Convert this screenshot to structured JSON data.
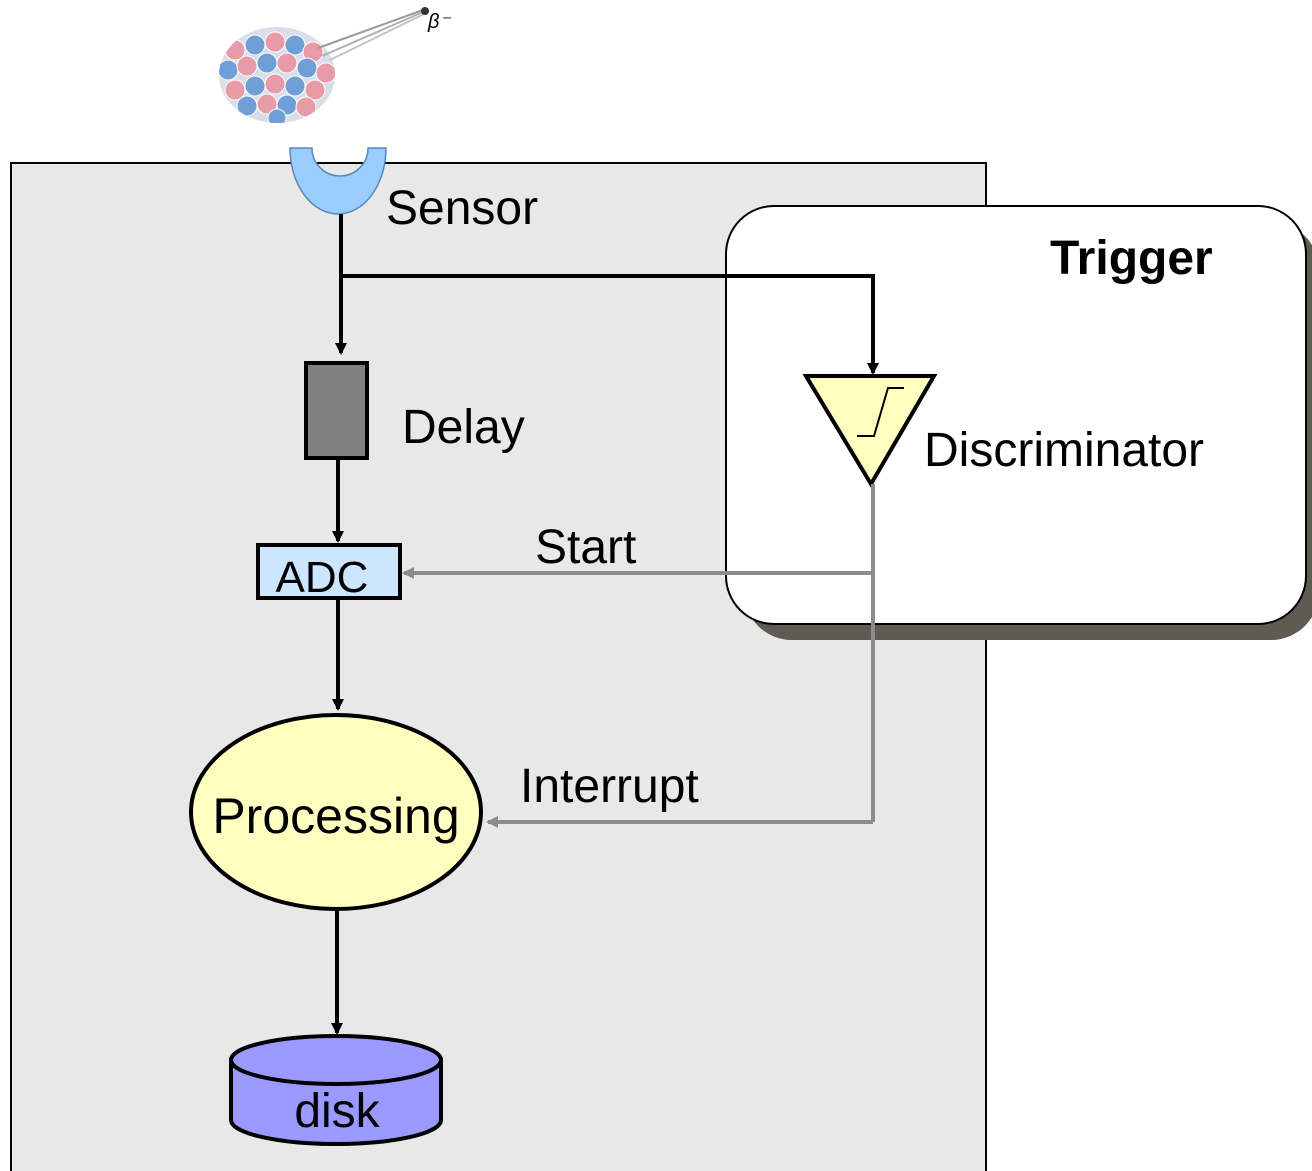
{
  "particle": {
    "label": "β⁻"
  },
  "sensor": {
    "label": "Sensor"
  },
  "trigger": {
    "title": "Trigger"
  },
  "delay": {
    "label": "Delay"
  },
  "discriminator": {
    "label": "Discriminator"
  },
  "adc": {
    "label": "ADC"
  },
  "start_signal": {
    "label": "Start"
  },
  "processing": {
    "label": "Processing"
  },
  "interrupt_signal": {
    "label": "Interrupt"
  },
  "disk": {
    "label": "disk"
  },
  "colors": {
    "system_bg": "#e8e8e8",
    "sensor": "#99ccff",
    "delay": "#808080",
    "adc": "#cce6ff",
    "discriminator": "#ffffc0",
    "processing": "#ffffc0",
    "disk": "#9999ff",
    "trigger_shadow": "#5f5a52",
    "trigger_signal": "#8c8c8c"
  }
}
